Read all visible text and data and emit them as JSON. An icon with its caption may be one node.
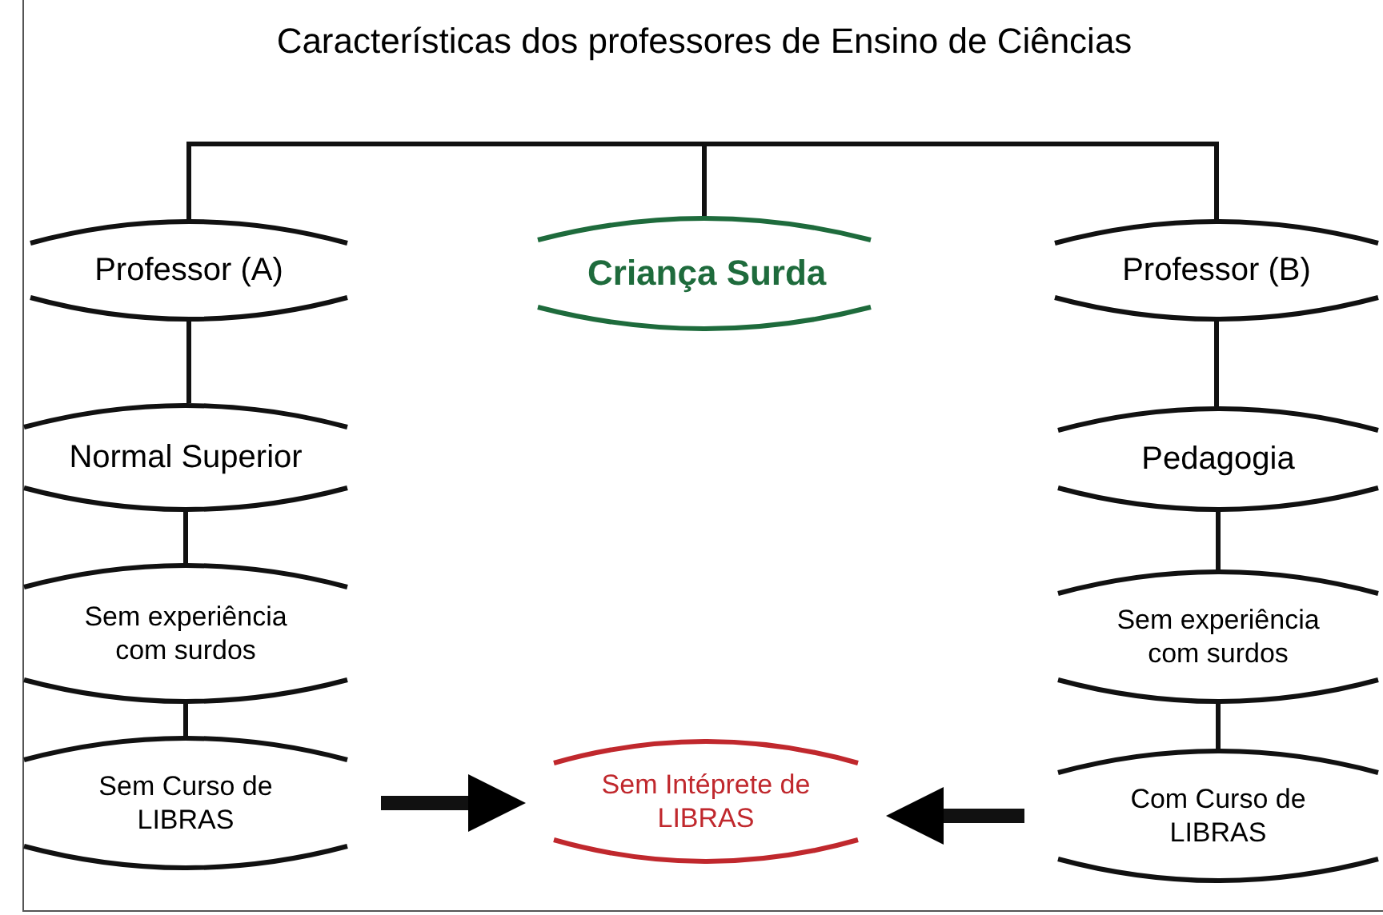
{
  "diagram": {
    "title": "Características dos professores de Ensino de Ciências",
    "nodes": [
      {
        "text": [
          "Professor (A)"
        ]
      },
      {
        "text": [
          "Criança Surda"
        ]
      },
      {
        "text": [
          "Professor (B)"
        ]
      },
      {
        "text": [
          "Normal Superior"
        ]
      },
      {
        "text": [
          "Pedagogia"
        ]
      },
      {
        "text": [
          "Sem experiência com surdos"
        ]
      },
      {
        "text": [
          "Sem experiência com surdos"
        ]
      },
      {
        "text": [
          "Sem Curso de LIBRAS"
        ]
      },
      {
        "text": [
          "Sem Intéprete de LIBRAS"
        ]
      },
      {
        "text": [
          "Com Curso de LIBRAS"
        ]
      }
    ],
    "edges": [
      {
        "from": 1,
        "to": 0,
        "arrow": "none"
      },
      {
        "from": 1,
        "to": 2,
        "arrow": "none"
      },
      {
        "from": 0,
        "to": 3,
        "arrow": "none"
      },
      {
        "from": 3,
        "to": 5,
        "arrow": "none"
      },
      {
        "from": 5,
        "to": 7,
        "arrow": "none"
      },
      {
        "from": 2,
        "to": 4,
        "arrow": "none"
      },
      {
        "from": 4,
        "to": 6,
        "arrow": "none"
      },
      {
        "from": 6,
        "to": 9,
        "arrow": "none"
      },
      {
        "from": 7,
        "to": 8,
        "arrow": "to",
        "style": "thick"
      },
      {
        "from": 9,
        "to": 8,
        "arrow": "to",
        "style": "thick"
      }
    ]
  }
}
